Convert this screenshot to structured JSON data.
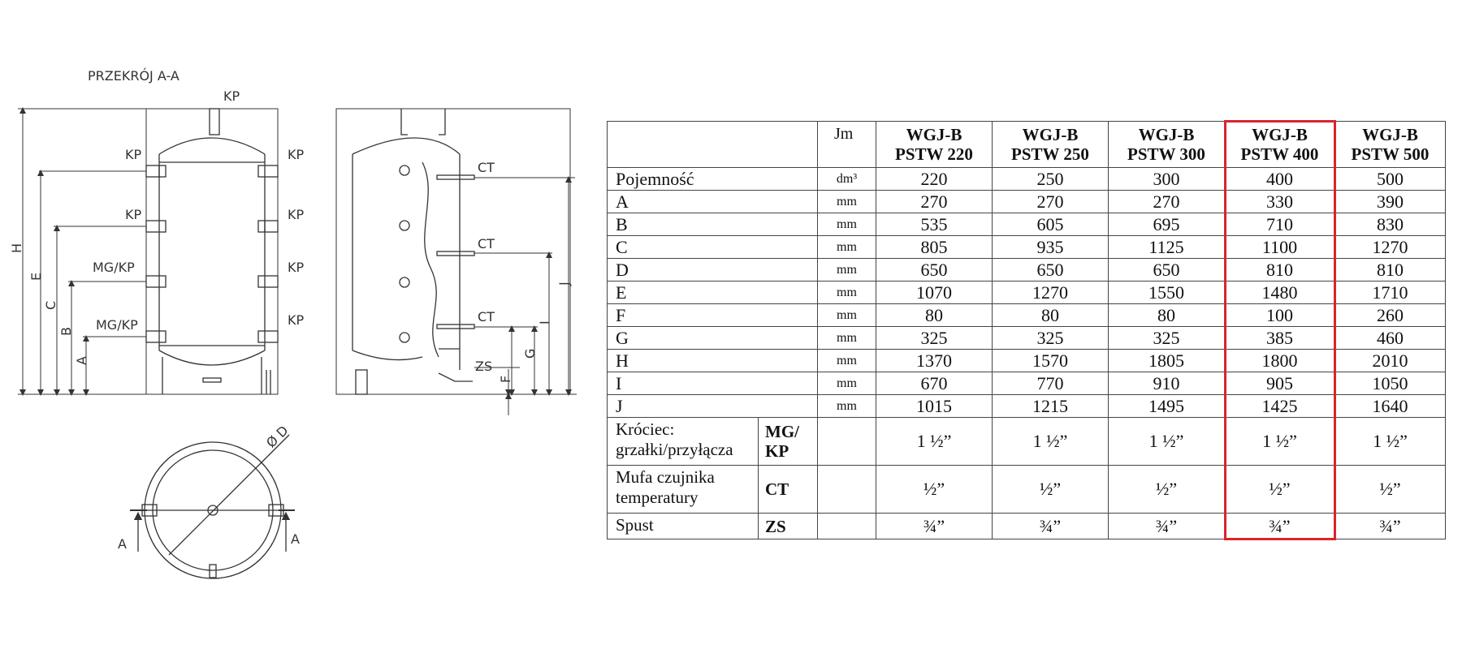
{
  "drawing": {
    "section_title": "PRZEKRÓJ A-A",
    "labels": {
      "kp": "KP",
      "mg_kp": "MG/KP",
      "ct": "CT",
      "zs": "ZS",
      "h": "H",
      "e": "E",
      "c": "C",
      "b": "B",
      "a": "A",
      "j": "J",
      "i": "I",
      "g": "G",
      "f": "F",
      "d": "Ø D"
    }
  },
  "table": {
    "unit_header": "Jm",
    "models": [
      {
        "line1": "WGJ-B",
        "line2": "PSTW 220"
      },
      {
        "line1": "WGJ-B",
        "line2": "PSTW 250"
      },
      {
        "line1": "WGJ-B",
        "line2": "PSTW 300"
      },
      {
        "line1": "WGJ-B",
        "line2": "PSTW 400"
      },
      {
        "line1": "WGJ-B",
        "line2": "PSTW 500"
      }
    ],
    "highlighted_model": "PSTW 400",
    "highlight_color": "#d9252a",
    "rows": [
      {
        "label": "Pojemność",
        "unit": "dm³",
        "values": [
          "220",
          "250",
          "300",
          "400",
          "500"
        ]
      },
      {
        "label": "A",
        "unit": "mm",
        "values": [
          "270",
          "270",
          "270",
          "330",
          "390"
        ]
      },
      {
        "label": "B",
        "unit": "mm",
        "values": [
          "535",
          "605",
          "695",
          "710",
          "830"
        ]
      },
      {
        "label": "C",
        "unit": "mm",
        "values": [
          "805",
          "935",
          "1125",
          "1100",
          "1270"
        ]
      },
      {
        "label": "D",
        "unit": "mm",
        "values": [
          "650",
          "650",
          "650",
          "810",
          "810"
        ]
      },
      {
        "label": "E",
        "unit": "mm",
        "values": [
          "1070",
          "1270",
          "1550",
          "1480",
          "1710"
        ]
      },
      {
        "label": "F",
        "unit": "mm",
        "values": [
          "80",
          "80",
          "80",
          "100",
          "260"
        ]
      },
      {
        "label": "G",
        "unit": "mm",
        "values": [
          "325",
          "325",
          "325",
          "385",
          "460"
        ]
      },
      {
        "label": "H",
        "unit": "mm",
        "values": [
          "1370",
          "1570",
          "1805",
          "1800",
          "2010"
        ]
      },
      {
        "label": "I",
        "unit": "mm",
        "values": [
          "670",
          "770",
          "910",
          "905",
          "1050"
        ]
      },
      {
        "label": "J",
        "unit": "mm",
        "values": [
          "1015",
          "1215",
          "1495",
          "1425",
          "1640"
        ]
      }
    ],
    "connections": [
      {
        "label1": "Króciec:",
        "label2": "grzałki/przyłącza",
        "code1": "MG/",
        "code2": "KP",
        "values": [
          "1 ½”",
          "1 ½”",
          "1 ½”",
          "1 ½”",
          "1 ½”"
        ]
      },
      {
        "label1": "Mufa czujnika",
        "label2": "temperatury",
        "code1": "CT",
        "code2": "",
        "values": [
          "½”",
          "½”",
          "½”",
          "½”",
          "½”"
        ]
      },
      {
        "label1": "Spust",
        "label2": "",
        "code1": "ZS",
        "code2": "",
        "values": [
          "¾”",
          "¾”",
          "¾”",
          "¾”",
          "¾”"
        ]
      }
    ]
  }
}
